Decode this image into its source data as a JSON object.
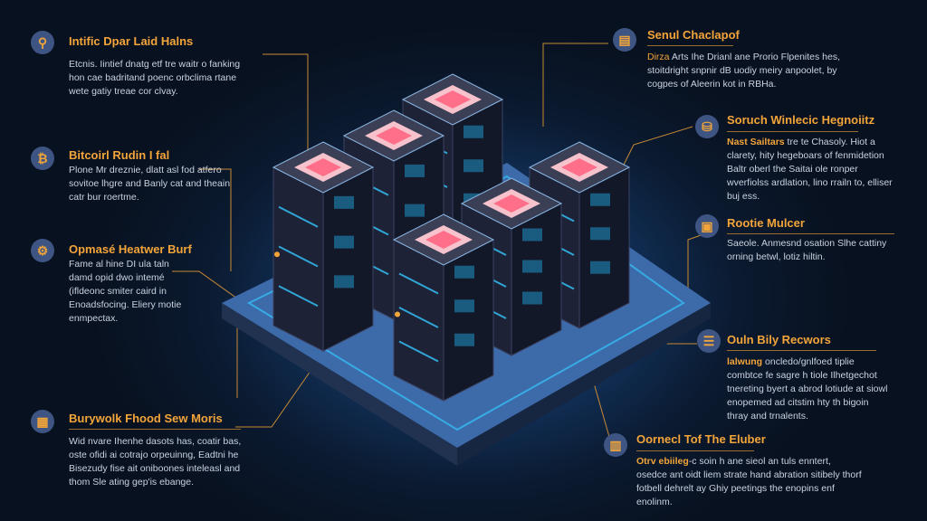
{
  "left": [
    {
      "icon": "rocket-icon",
      "glyph": "⚲",
      "title": "Intific Dpar Laid Halns",
      "body": "Etcnis. Iintief dnatg etf tre waitr o fanking hon cae badritand poenc orbclima rtane wete gatiy treae cor clvay."
    },
    {
      "icon": "bitcoin-icon",
      "glyph": "₿",
      "title": "Bitcoirl Rudin I fal",
      "body": "Plone Mr dreznie, dlatt asl fod atfero sovitoe lhgre and Banly cat and theain catr bur roertme."
    },
    {
      "icon": "miner-icon",
      "glyph": "⚙",
      "title": "Opmasé Heatwer Burf",
      "body": "Fame al hine DI ula taln damd opid dwo intemé (ifldeonc smiter caird in Enoadsfocing. Eliery motie enmpectax."
    },
    {
      "icon": "chip-icon",
      "glyph": "▦",
      "title": "Burywolk Fhood Sew Moris",
      "body": "Wid nvare Ihenhe dasots has, coatir bas, oste ofidi ai cotrajo orpeuinng, Eadtni he Bisezudy fise ait oniboones inteleasl and thom Sle ating gep'is ebange."
    }
  ],
  "right": [
    {
      "icon": "document-icon",
      "glyph": "▤",
      "title": "Senul Chaclapof",
      "lead": "Dirza",
      "body": " Arts Ihe Drianl ane Prorio Flpenites hes, stoitdright snpnir dB uodiy meiry anpoolet, by cogpes of Aleerin kot in RBHa."
    },
    {
      "icon": "network-icon",
      "glyph": "⛁",
      "title": "Soruch Winlecic Hegnoiitz",
      "lead": "Nast Sailtars",
      "body": " tre te Chasoly. Hiot a clarety, hity hegeboars of fenmidetion Baltr oberl the Saitai ole ronper wverfiolss ardlation, lino rrailn to, elliser buj ess."
    },
    {
      "icon": "monitor-icon",
      "glyph": "▣",
      "title": "Rootie Mulcer",
      "lead": "",
      "body": "Saeole. Anmesnd osation Slhe cattiny orning betwl, lotiz hiltin."
    },
    {
      "icon": "server-icon",
      "glyph": "☰",
      "title": "Ouln Bily Recwors",
      "lead": "lalwung",
      "body": " oncledo/gnlfoed tiplie combtce fe sagre h tiole Ilhetgechot tnereting byert a abrod lotiude at siowl enopemed ad citstim hty th bigoin thray and trnalents."
    },
    {
      "icon": "ledger-icon",
      "glyph": "▥",
      "title": "Oornecl Tof The Eluber",
      "lead": "Otrv ebiileg",
      "body": "-c soin h ane sieol an tuls enntert, osedce ant oidt liem strate hand abration sitibely thorf fotbell dehrelt ay Ghiy peetings the enopins enf enolinm."
    }
  ],
  "colors": {
    "accent": "#f3a53a",
    "glow": "#35c8ff",
    "chip": "#ff6f8a"
  }
}
